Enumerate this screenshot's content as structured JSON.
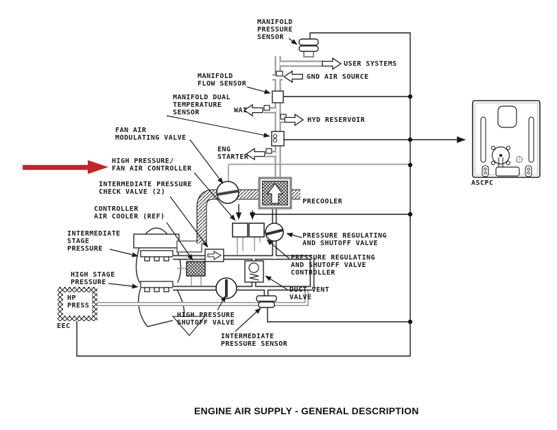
{
  "figure_title": "ENGINE AIR SUPPLY - GENERAL DESCRIPTION",
  "labels": {
    "manifold_pressure_sensor": "MANIFOLD\nPRESSURE\nSENSOR",
    "user_systems": "USER SYSTEMS",
    "gnd_air_source": "GND AIR SOURCE",
    "manifold_flow_sensor": "MANIFOLD\nFLOW SENSOR",
    "manifold_dual_temperature_sensor": "MANIFOLD DUAL\nTEMPERATURE\nSENSOR",
    "wai": "WAI",
    "hyd_reservoir": "HYD RESERVOIR",
    "fan_air_modulating_valve": "FAN AIR\nMODULATING VALVE",
    "eng_starter": "ENG\nSTARTER",
    "high_pressure_fan_air_controller": "HIGH PRESSURE/\nFAN AIR CONTROLLER",
    "intermediate_pressure_check_valve": "INTERMEDIATE PRESSURE\nCHECK VALVE (2)",
    "controller_air_cooler": "CONTROLLER\nAIR COOLER (REF)",
    "intermediate_stage_pressure": "INTERMEDIATE\nSTAGE\nPRESSURE",
    "precooler": "PRECOOLER",
    "pressure_regulating_shutoff_valve": "PRESSURE REGULATING\nAND SHUTOFF VALVE",
    "pressure_regulating_shutoff_valve_controller": "PRESSURE REGULATING\nAND SHUTOFF VALVE\nCONTROLLER",
    "high_stage_pressure": "HIGH STAGE\nPRESSURE",
    "hp_press": "HP\nPRESS",
    "eec": "EEC",
    "high_pressure_shutoff_valve": "HIGH PRESSURE\nSHUTOFF VALVE",
    "duct_vent_valve": "DUCT VENT\nVALVE",
    "intermediate_pressure_sensor": "INTERMEDIATE\nPRESSURE SENSOR",
    "ascpc": "ASCPC"
  },
  "colors": {
    "red_arrow": "#c92127",
    "duct_gray": "#929292",
    "line_black": "#1a1a1a",
    "control_gray": "#9c9c9c"
  }
}
